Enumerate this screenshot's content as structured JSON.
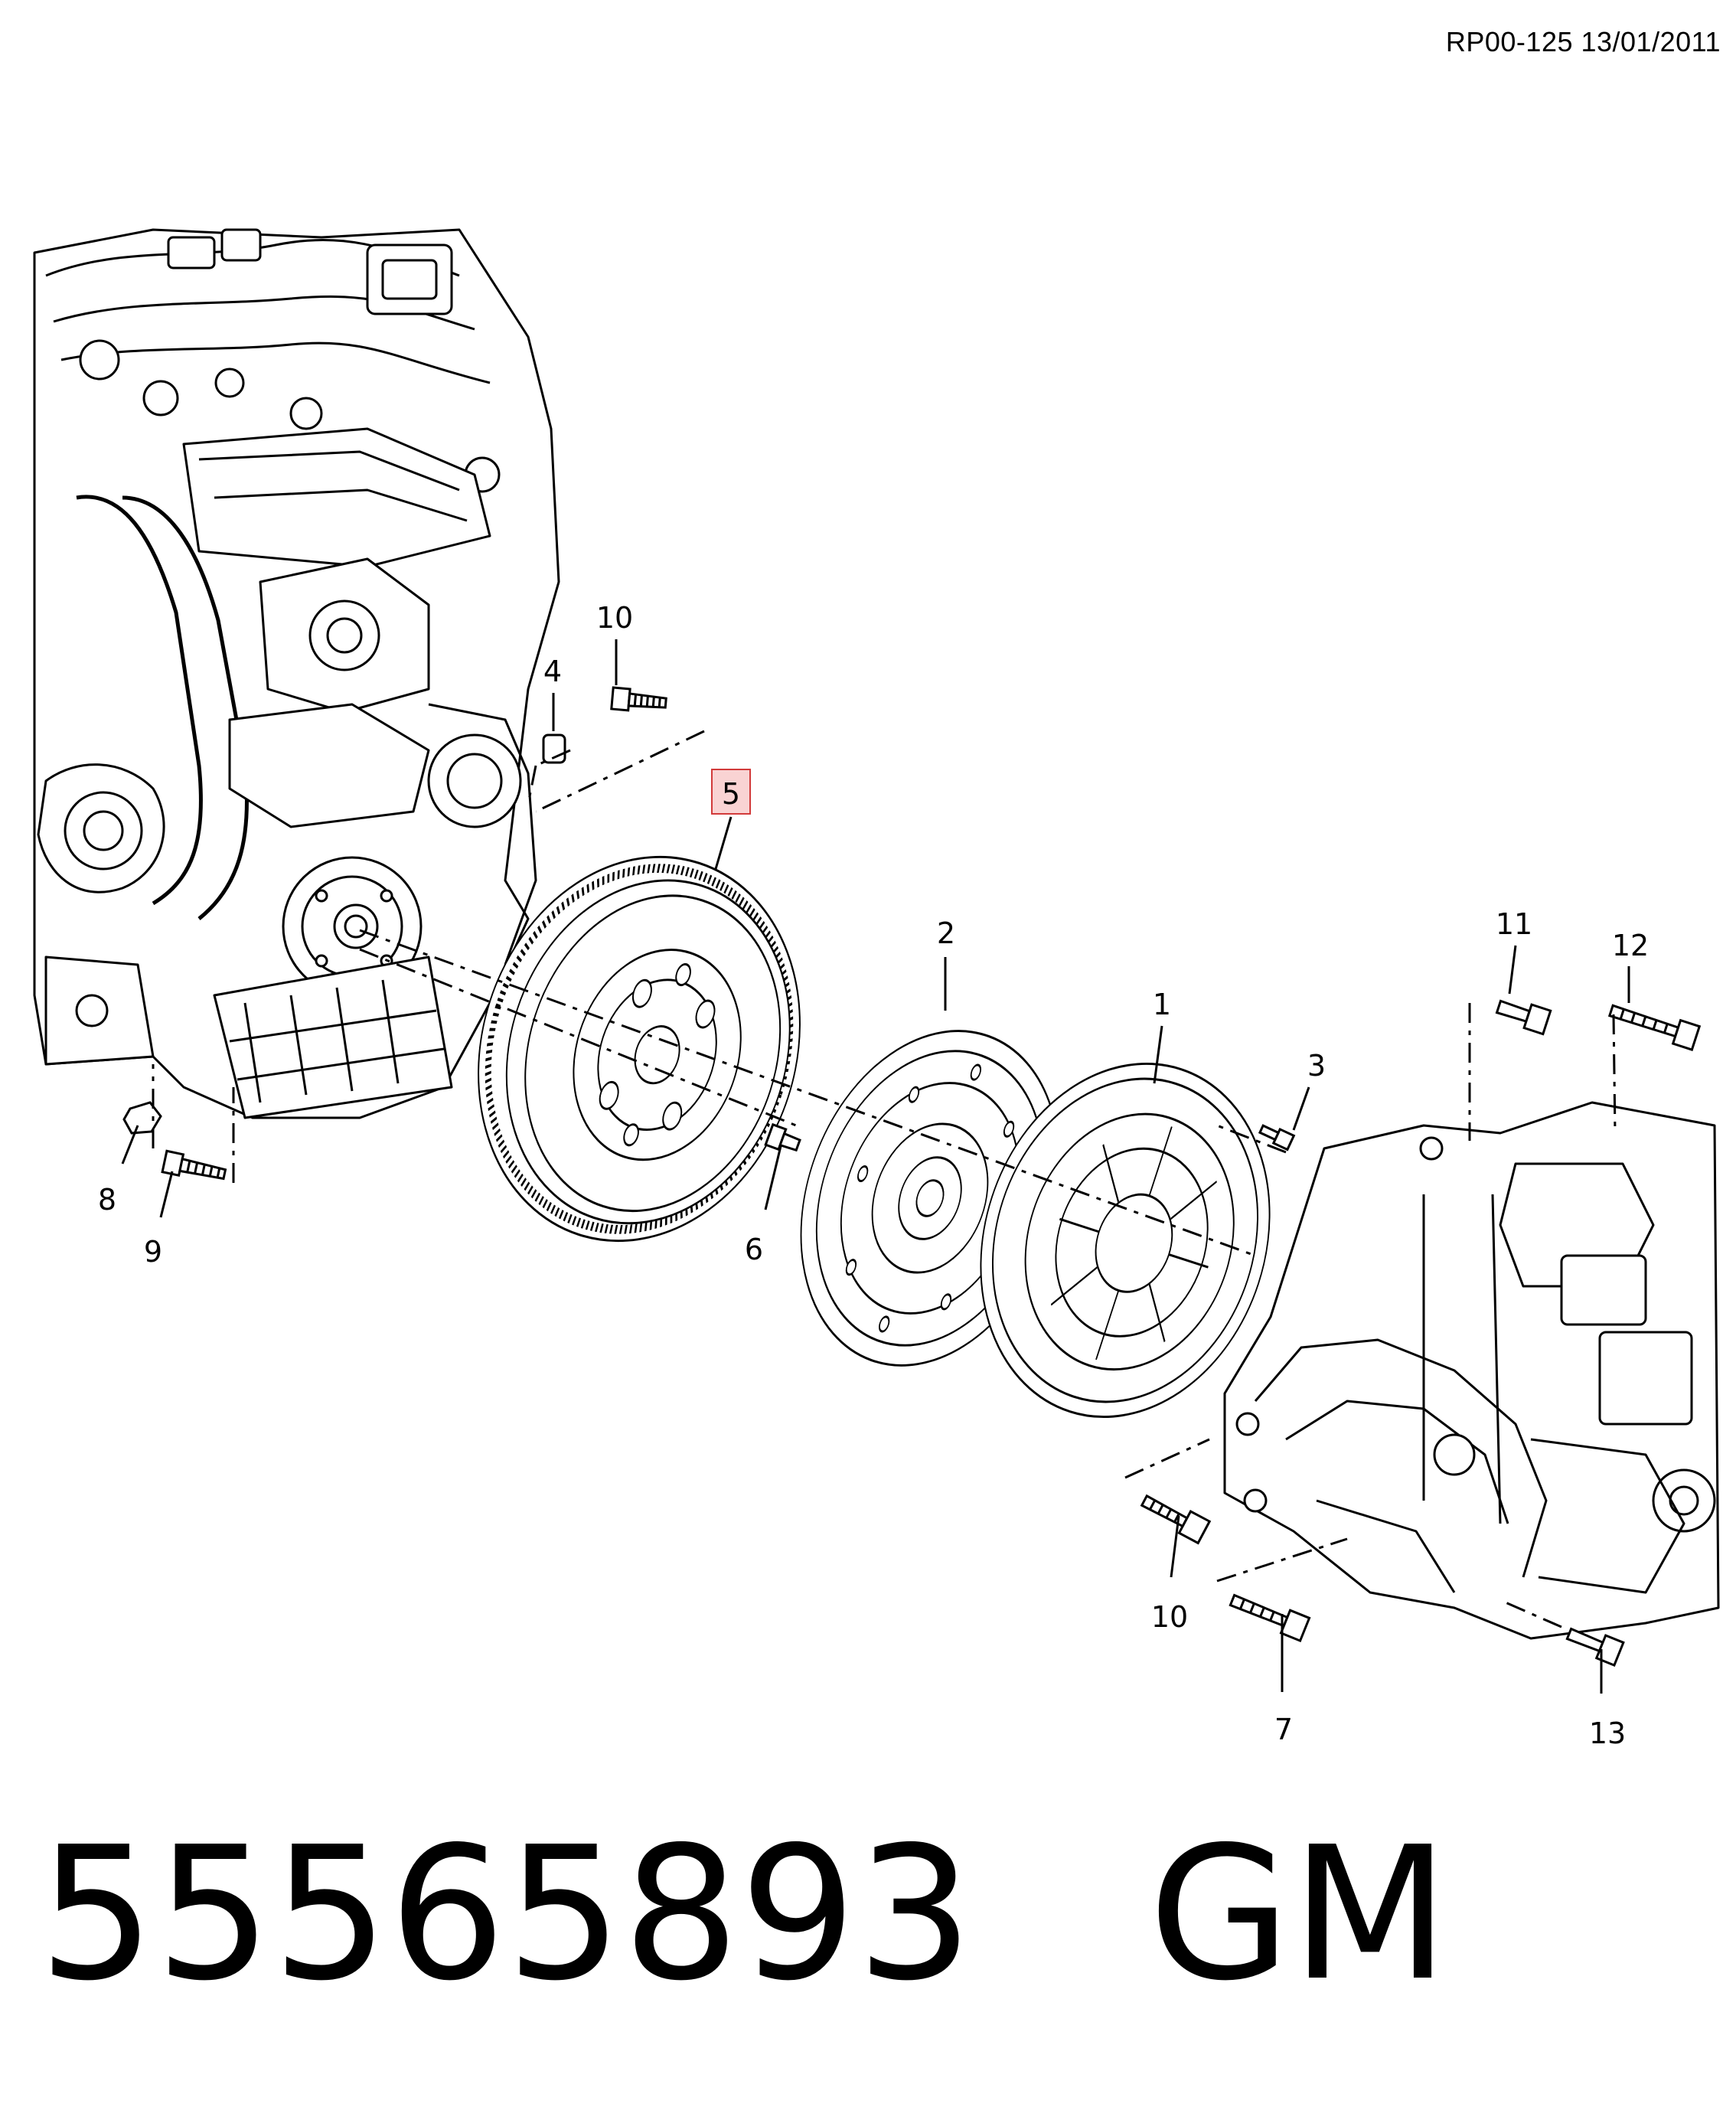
{
  "header": {
    "reference": "RP00-125 13/01/2011"
  },
  "callouts": {
    "c1": "1",
    "c2": "2",
    "c3": "3",
    "c4": "4",
    "c5": "5",
    "c6": "6",
    "c7": "7",
    "c8": "8",
    "c9": "9",
    "c10a": "10",
    "c10b": "10",
    "c11": "11",
    "c12": "12",
    "c13": "13"
  },
  "highlight": {
    "callout": "5",
    "fill": "#f9d3d3",
    "stroke": "#d23a3a"
  },
  "footer": {
    "part_number": "55565893",
    "brand": "GM"
  }
}
